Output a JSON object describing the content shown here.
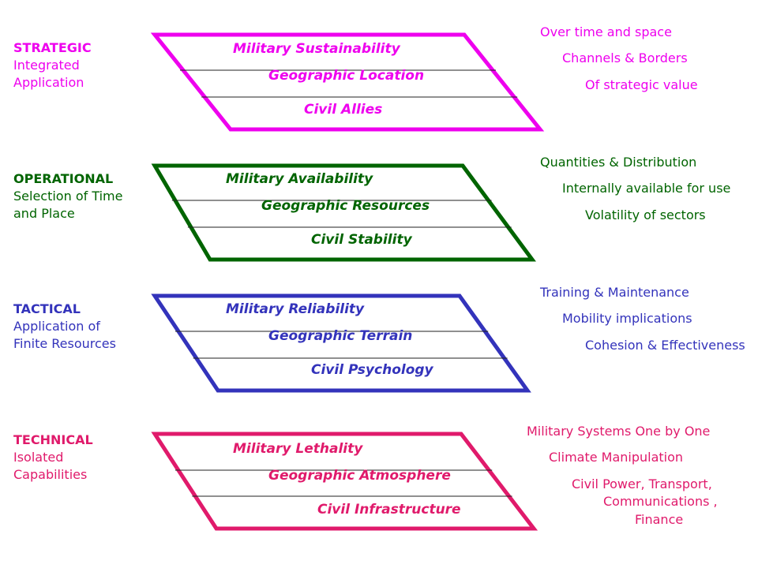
{
  "levels": [
    {
      "id": "strategic",
      "color": "#ee00ee",
      "title": "STRATEGIC",
      "desc": "Integrated\nApplication",
      "rows": [
        "Military Sustainability",
        "Geographic Location",
        "Civil Allies"
      ],
      "notes": [
        "Over time and space",
        "Channels & Borders",
        "Of strategic value"
      ]
    },
    {
      "id": "operational",
      "color": "#006400",
      "title": "OPERATIONAL",
      "desc": "Selection of Time\nand Place",
      "rows": [
        "Military Availability",
        "Geographic Resources",
        "Civil Stability"
      ],
      "notes": [
        "Quantities & Distribution",
        "Internally available for use",
        "Volatility  of sectors"
      ]
    },
    {
      "id": "tactical",
      "color": "#3333bb",
      "title": "TACTICAL",
      "desc": "Application of\nFinite Resources",
      "rows": [
        "Military Reliability",
        "Geographic Terrain",
        "Civil Psychology"
      ],
      "notes": [
        "Training & Maintenance",
        "Mobility implications",
        "Cohesion & Effectiveness"
      ]
    },
    {
      "id": "technical",
      "color": "#e01a6b",
      "title": "TECHNICAL",
      "desc": "Isolated\nCapabilities",
      "rows": [
        "Military Lethality",
        "Geographic Atmosphere",
        "Civil Infrastructure"
      ],
      "notes": [
        "Military Systems One by One",
        "Climate Manipulation",
        "Civil Power, Transport,",
        "Communications ,",
        "Finance"
      ]
    }
  ]
}
